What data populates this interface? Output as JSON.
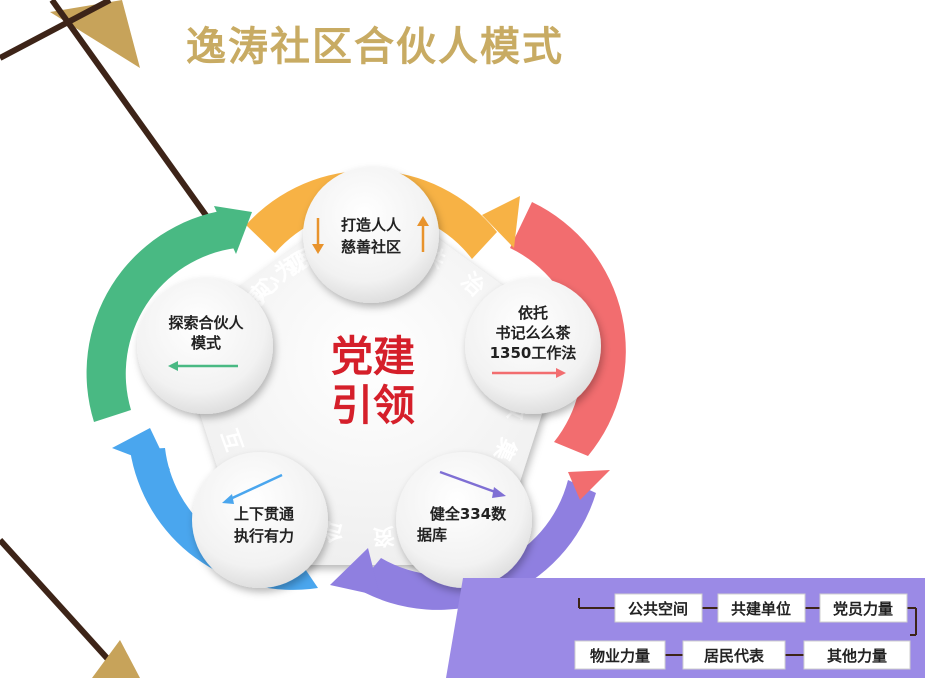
{
  "title": "逸涛社区合伙人模式",
  "center": {
    "line1": "党建",
    "line2": "引领"
  },
  "colors": {
    "title": "#c8ab63",
    "center_text": "#d51f2a",
    "orange": "#f7b245",
    "pink": "#f26d6f",
    "purple": "#8f7fe0",
    "blue": "#4aa6ee",
    "green": "#49b983",
    "deco_dark": "#3d2418",
    "deco_gold": "#c7a35a",
    "panel": "#9b8ae6"
  },
  "arcs": {
    "top": {
      "chars": [
        "实",
        "现",
        "多",
        "元",
        "共",
        "治"
      ]
    },
    "right": {
      "chars": [
        "需",
        "求",
        "收",
        "集"
      ]
    },
    "bottom_right": {
      "chars": [
        "资",
        "源",
        "力",
        "量",
        "整",
        "合"
      ]
    },
    "bottom_left": {
      "chars": [
        "互",
        "微",
        "融",
        "合"
      ]
    },
    "left": {
      "chars": [
        "逸",
        "起",
        "有",
        "你",
        "涛",
        "心",
        "为",
        "民"
      ]
    }
  },
  "nodes": {
    "top": {
      "line1": "打造人人",
      "line2": "慈善社区"
    },
    "right": {
      "line1": "依托",
      "line2": "书记么么茶",
      "line3": "1350工作法"
    },
    "bottom_right": {
      "line1": "健全334数",
      "line2": "据库"
    },
    "bottom_left": {
      "line1": "上下贯通",
      "line2": "执行有力"
    },
    "left": {
      "line1": "探索合伙人",
      "line2": "模式"
    }
  },
  "forces": {
    "row1": [
      "公共空间",
      "共建单位",
      "党员力量"
    ],
    "row2": [
      "物业力量",
      "居民代表",
      "其他力量"
    ]
  }
}
